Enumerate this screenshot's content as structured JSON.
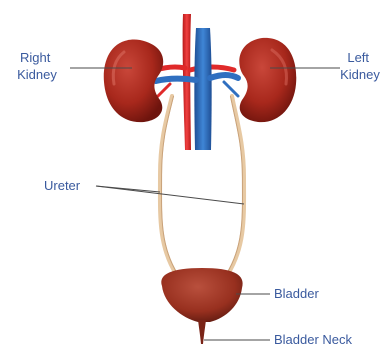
{
  "labels": {
    "right_kidney": [
      "Right",
      "Kidney"
    ],
    "left_kidney": [
      "Left",
      "Kidney"
    ],
    "ureter": "Ureter",
    "bladder": "Bladder",
    "bladder_neck": "Bladder Neck"
  },
  "colors": {
    "kidney": "#a8281c",
    "kidney_shadow": "#6e140d",
    "artery": "#e02a2a",
    "vein": "#2f6fc0",
    "ureter": "#e7c9a3",
    "bladder": "#98301f",
    "label_text": "#3a5a9e",
    "leader_line": "#4a4a4a"
  }
}
